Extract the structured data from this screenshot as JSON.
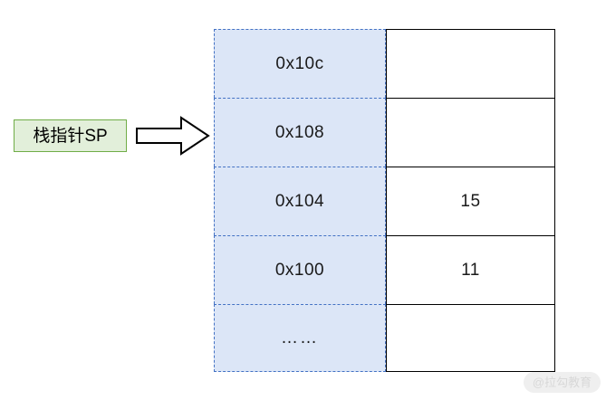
{
  "diagram": {
    "pointer": {
      "label": "栈指针SP",
      "box_fill": "#e2efda",
      "box_border": "#70ad47",
      "arrow_name": "right-block-arrow"
    },
    "memory": {
      "address_column_fill": "#dce6f7",
      "address_column_border": "#4472c4",
      "value_column_border": "#000000",
      "rows": [
        {
          "address": "0x10c",
          "value": ""
        },
        {
          "address": "0x108",
          "value": ""
        },
        {
          "address": "0x104",
          "value": "15"
        },
        {
          "address": "0x100",
          "value": "11"
        },
        {
          "address": "……",
          "value": ""
        }
      ]
    },
    "watermark": {
      "text": "@拉勾教育"
    }
  }
}
